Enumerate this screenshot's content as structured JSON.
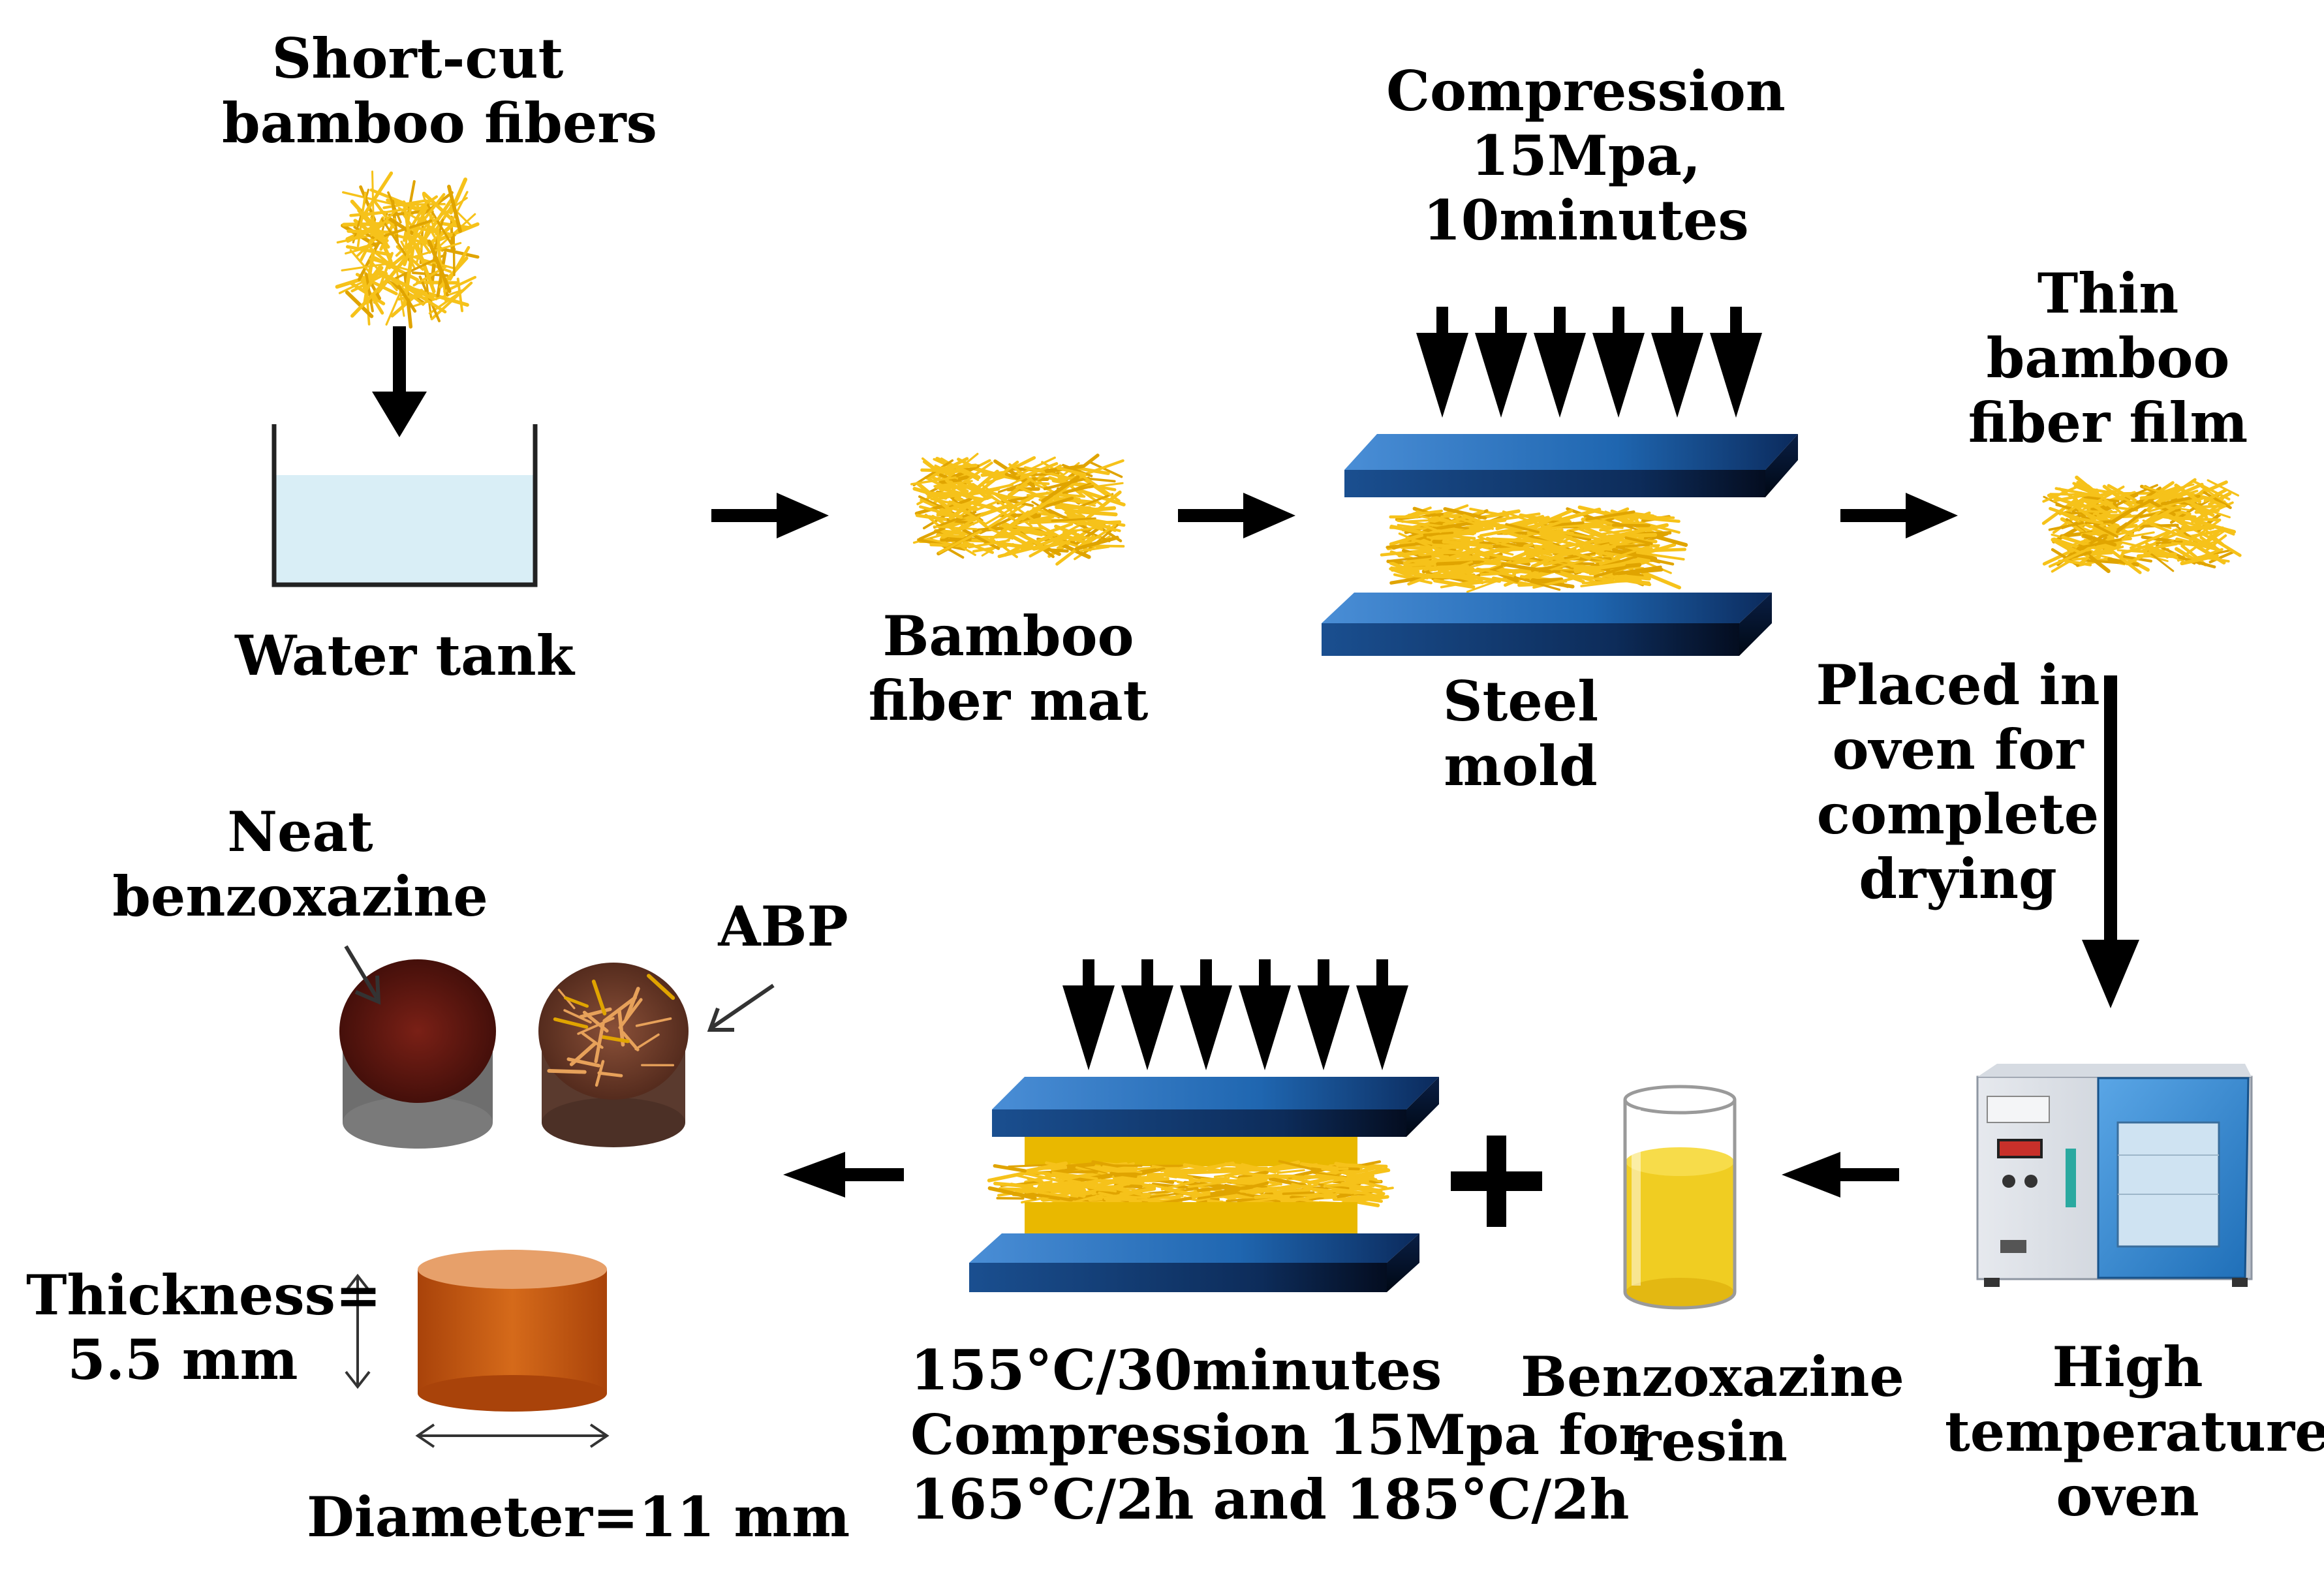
{
  "labels": {
    "shortcut_fibers": [
      "Short-cut",
      "bamboo fibers"
    ],
    "water_tank": [
      "Water tank"
    ],
    "fiber_mat": [
      "Bamboo",
      "fiber mat"
    ],
    "compression_top": [
      "Compression",
      "15Mpa,",
      "10minutes"
    ],
    "steel_mold": [
      "Steel",
      "mold"
    ],
    "thin_film": [
      "Thin",
      "bamboo",
      "fiber film"
    ],
    "oven_drying": [
      "Placed in",
      "oven for",
      "complete",
      "drying"
    ],
    "oven": [
      "High",
      "temperature",
      "oven"
    ],
    "resin": [
      "Benzoxazine",
      "resin"
    ],
    "cure_conditions": [
      "155°C/30minutes",
      "Compression 15Mpa for",
      "165°C/2h and 185°C/2h"
    ],
    "neat": [
      "Neat",
      "benzoxazine"
    ],
    "abp": [
      "ABP"
    ],
    "thickness": [
      "Thickness=",
      "5.5 mm"
    ],
    "diameter": [
      "Diameter=11 mm"
    ]
  },
  "colors": {
    "fiber": "#f6c21a",
    "fiber_dark": "#e0a400",
    "mold_blue": "#1f66b0",
    "mold_dark": "#0a1f45",
    "water": "#d9eef6",
    "resin": "#f0cd22",
    "sample": "#c45a10",
    "neat_sample": "#5a1410",
    "abp_sample": "#6a3a28"
  }
}
